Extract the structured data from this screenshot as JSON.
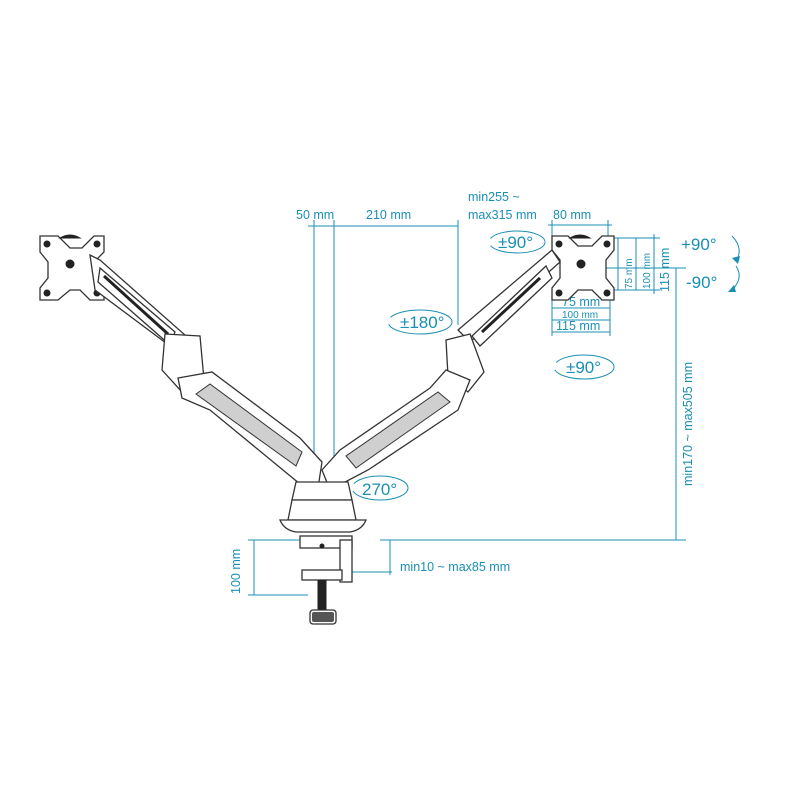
{
  "dimensions": {
    "d50": "50 mm",
    "d210": "210 mm",
    "reach_min": "min255 ~",
    "reach_max": "max315 mm",
    "d80": "80 mm",
    "vesa75v": "75 mm",
    "vesa100v": "100 mm",
    "vesa115v": "115 mm",
    "vesa75h": "75 mm",
    "vesa100h": "100 mm",
    "vesa115h": "115 mm",
    "height": "min170 ~ max505 mm",
    "clamp_range": "min10 ~ max85 mm",
    "clamp_height": "100 mm"
  },
  "rotations": {
    "tilt_up": "+90°",
    "tilt_down": "-90°",
    "swivel_head": "±90°",
    "swivel_arm": "±180°",
    "swivel_head2": "±90°",
    "base_rotation": "270°"
  },
  "colors": {
    "dimension": "#1a8fb5",
    "line": "#333333"
  }
}
